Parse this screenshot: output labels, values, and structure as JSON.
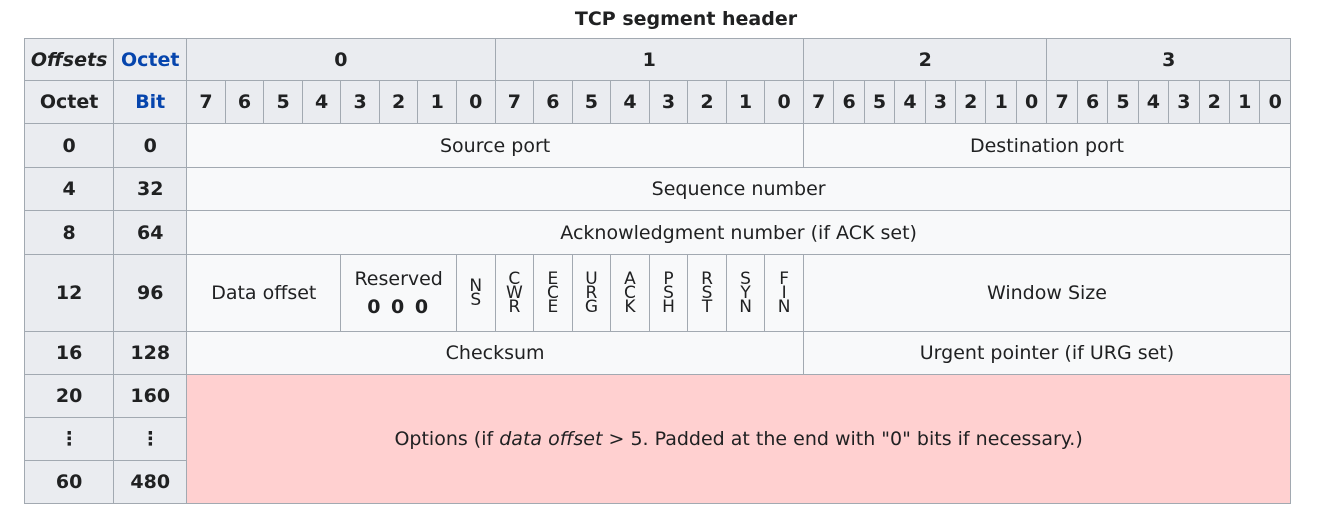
{
  "caption": "TCP segment header",
  "header": {
    "offsets": "Offsets",
    "octet_link": "Octet",
    "octet": "Octet",
    "bit_link": "Bit",
    "octet_numbers": [
      "0",
      "1",
      "2",
      "3"
    ],
    "bits": [
      "7",
      "6",
      "5",
      "4",
      "3",
      "2",
      "1",
      "0"
    ]
  },
  "rows": [
    {
      "octet": "0",
      "bit": "0"
    },
    {
      "octet": "4",
      "bit": "32"
    },
    {
      "octet": "8",
      "bit": "64"
    },
    {
      "octet": "12",
      "bit": "96"
    },
    {
      "octet": "16",
      "bit": "128"
    },
    {
      "octet": "20",
      "bit": "160"
    },
    {
      "octet": "⋮",
      "bit": "⋮"
    },
    {
      "octet": "60",
      "bit": "480"
    }
  ],
  "fields": {
    "source_port": "Source port",
    "destination_port": "Destination port",
    "sequence_number": "Sequence number",
    "ack_number": "Acknowledgment number (if ACK set)",
    "data_offset": "Data offset",
    "reserved": "Reserved",
    "reserved_bits": "0 0 0",
    "flags": [
      [
        "N",
        "S"
      ],
      [
        "C",
        "W",
        "R"
      ],
      [
        "E",
        "C",
        "E"
      ],
      [
        "U",
        "R",
        "G"
      ],
      [
        "A",
        "C",
        "K"
      ],
      [
        "P",
        "S",
        "H"
      ],
      [
        "R",
        "S",
        "T"
      ],
      [
        "S",
        "Y",
        "N"
      ],
      [
        "F",
        "I",
        "N"
      ]
    ],
    "window_size": "Window Size",
    "checksum": "Checksum",
    "urgent_pointer": "Urgent pointer (if URG set)",
    "options_pre": "Options (if ",
    "options_ital": "data offset",
    "options_post": " > 5. Padded at the end with \"0\" bits if necessary.)"
  },
  "colors": {
    "header_bg": "#eaecf0",
    "cell_bg": "#f8f9fa",
    "options_bg": "#ffd0d0",
    "link": "#0645ad",
    "border": "#a2a9b1"
  }
}
